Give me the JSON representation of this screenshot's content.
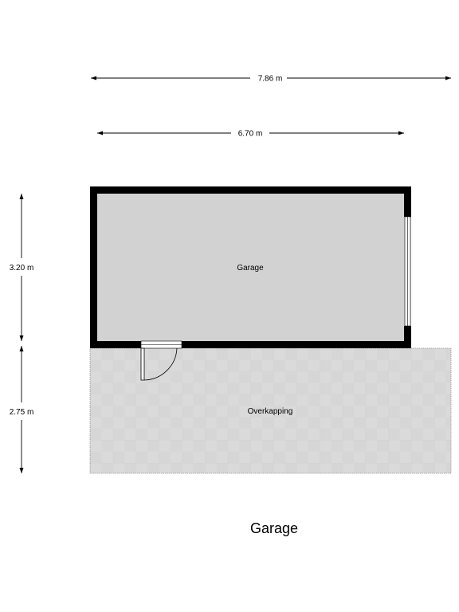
{
  "dimensions": {
    "outer_width": "7.86 m",
    "inner_width": "6.70 m",
    "garage_depth": "3.20 m",
    "overkapping_depth": "2.75 m"
  },
  "rooms": {
    "garage": "Garage",
    "overkapping": "Overkapping"
  },
  "title": "Garage",
  "colors": {
    "garage_floor": "#d2d2d2",
    "overkapping_floor": "#d6d6d6",
    "wall": "#000000"
  }
}
